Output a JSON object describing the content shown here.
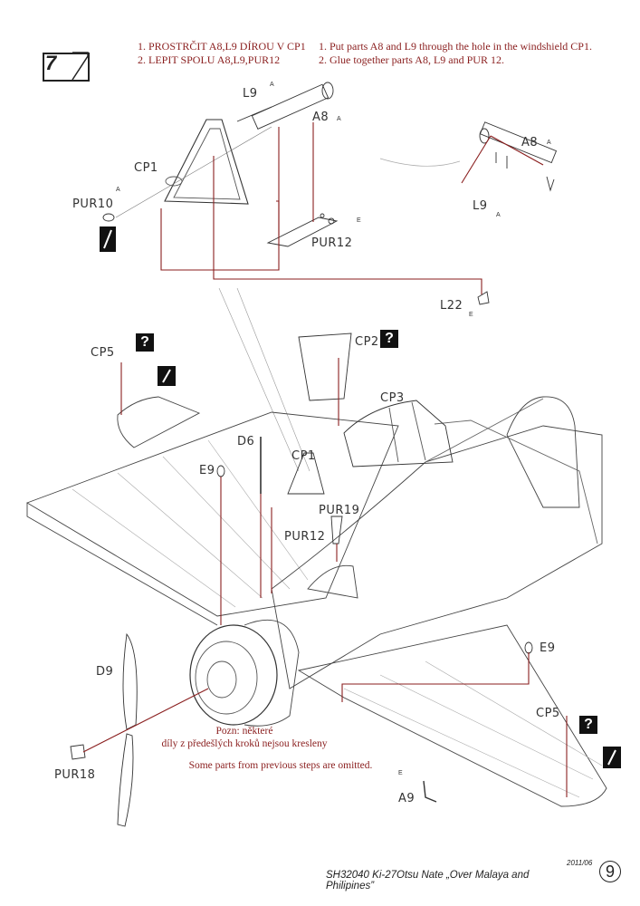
{
  "step": {
    "number": "7"
  },
  "instructions_cz": [
    "1. PROSTRČIT A8,L9 DÍROU V CP1",
    "2. LEPIT SPOLU A8,L9,PUR12"
  ],
  "instructions_en": [
    "1. Put parts A8 and L9 through the hole in the windshield CP1.",
    "2. Glue together parts A8, L9 and PUR 12."
  ],
  "part_labels": {
    "L9_top": "L9",
    "A8_top": "A8",
    "CP1_top": "CP1",
    "PUR10": "PUR10",
    "PUR12_top": "PUR12",
    "A8_right": "A8",
    "L9_right": "L9",
    "L22": "L22",
    "CP5_left": "CP5",
    "CP2": "CP2",
    "CP3": "CP3",
    "D6": "D6",
    "E9_left": "E9",
    "CP1_main": "CP1",
    "PUR19": "PUR19",
    "PUR12_main": "PUR12",
    "D9": "D9",
    "PUR18": "PUR18",
    "E9_right": "E9",
    "CP5_right": "CP5",
    "A9": "A9"
  },
  "glue_markers": {
    "A": "A",
    "E": "E"
  },
  "question_mark": "?",
  "note": {
    "cz_line1": "Pozn: některé",
    "cz_line2": "díly z předešlých kroků nejsou kresleny",
    "en": "Some parts from previous steps are omitted."
  },
  "footer": {
    "date": "2011/06",
    "title": "SH32040  Ki-27Otsu  Nate „Over Malaya and Philipines”",
    "page": "9"
  },
  "colors": {
    "callout": "#8a1e1e",
    "line": "#333333"
  }
}
